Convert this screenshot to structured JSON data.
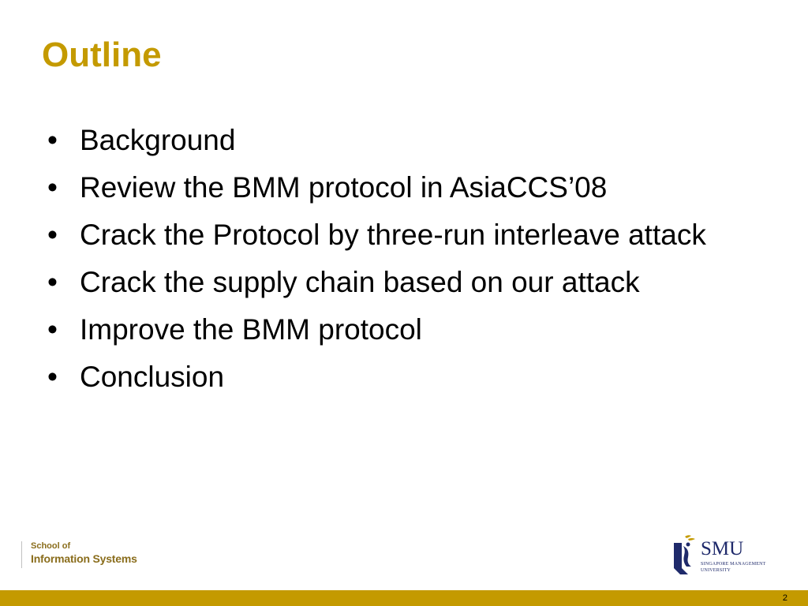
{
  "slide": {
    "title": "Outline",
    "bullets": [
      "Background",
      "Review the BMM protocol in AsiaCCS’08",
      "Crack the Protocol by three-run interleave attack",
      "Crack the supply chain based on our attack",
      "Improve the BMM protocol",
      "Conclusion"
    ],
    "bullet_marker": "•",
    "page_number": "2"
  },
  "footer": {
    "school_line1": "School of",
    "school_line2": "Information Systems",
    "logo_abbr": "SMU",
    "logo_sub": "SINGAPORE MANAGEMENT UNIVERSITY",
    "logo_icon": "smu-crest-icon"
  },
  "colors": {
    "accent": "#c49a00",
    "footer_text": "#8a6d1c",
    "logo_blue": "#1f2a6b",
    "body_text": "#000000",
    "background": "#ffffff"
  }
}
